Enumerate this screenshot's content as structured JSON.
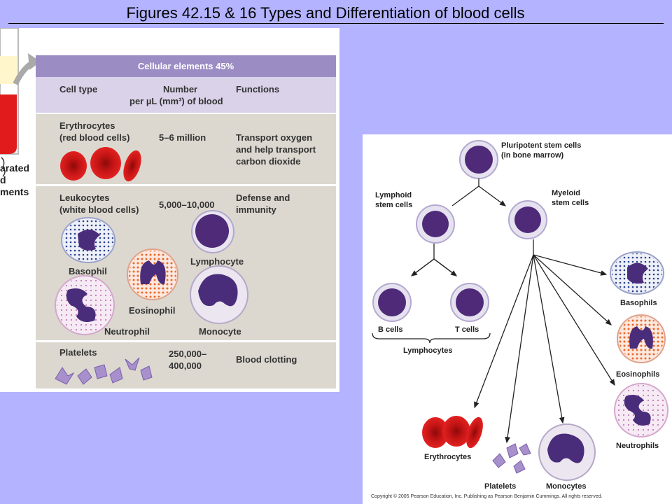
{
  "slide": {
    "title": "Figures 42.15  & 16  Types and Differentiation of blood cells"
  },
  "left_figure": {
    "cut_label_lines": [
      "arated",
      "d",
      "ments"
    ],
    "header": "Cellular elements 45%",
    "columns": {
      "cell_type": "Cell type",
      "number_line1": "Number",
      "number_line2": "per µL (mm³) of blood",
      "functions": "Functions"
    },
    "rows": [
      {
        "cell_type": "Erythrocytes\n(red blood cells)",
        "number": "5–6 million",
        "function": "Transport oxygen\nand help transport\ncarbon dioxide"
      },
      {
        "cell_type": "Leukocytes\n(white blood cells)",
        "number": "5,000–10,000",
        "function": "Defense and\nimmunity",
        "cell_labels": {
          "basophil": "Basophil",
          "eosinophil": "Eosinophil",
          "lymphocyte": "Lymphocyte",
          "neutrophil": "Neutrophil",
          "monocyte": "Monocyte"
        }
      },
      {
        "cell_type": "Platelets",
        "number": "250,000–\n400,000",
        "function": "Blood clotting"
      }
    ]
  },
  "right_figure": {
    "labels": {
      "pluripotent": "Pluripotent stem cells\n(in bone marrow)",
      "lymphoid": "Lymphoid\nstem cells",
      "myeloid": "Myeloid\nstem cells",
      "b_cells": "B cells",
      "t_cells": "T cells",
      "lymphocytes": "Lymphocytes",
      "basophils": "Basophils",
      "eosinophils": "Eosinophils",
      "neutrophils": "Neutrophils",
      "erythrocytes": "Erythrocytes",
      "platelets": "Platelets",
      "monocytes": "Monocytes"
    },
    "copyright": "Copyright © 2005 Pearson Education, Inc. Publishing as Pearson Benjamin Cummings. All rights reserved."
  },
  "colors": {
    "background": "#b3b3ff",
    "table_header": "#9b8cc4",
    "column_header": "#d9d2e9",
    "row_bg": "#dcd8d0",
    "rbc_red": "#d81818",
    "cell_purple": "#5a2d7a"
  }
}
